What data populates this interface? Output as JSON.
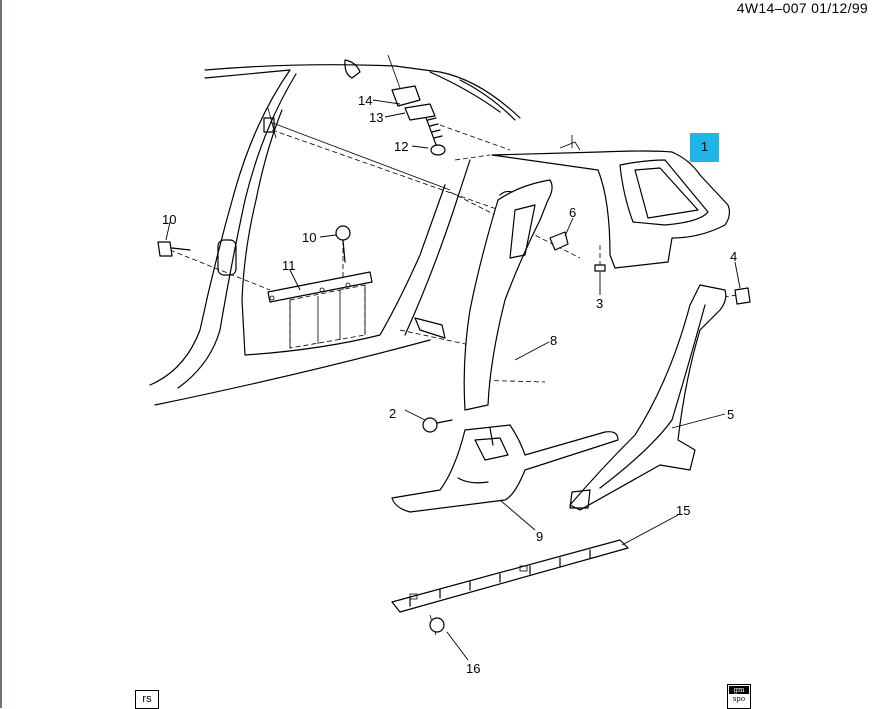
{
  "header": {
    "doc_id": "4W14–007  01/12/99"
  },
  "callouts": {
    "c1": "1",
    "c2": "2",
    "c3": "3",
    "c4": "4",
    "c5": "5",
    "c6": "6",
    "c8": "8",
    "c9": "9",
    "c10a": "10",
    "c10b": "10",
    "c11": "11",
    "c12": "12",
    "c13": "13",
    "c14": "14",
    "c15": "15",
    "c16": "16"
  },
  "footer": {
    "left_stamp": "rs",
    "right_stamp_top": "gm",
    "right_stamp_bottom": "spo"
  },
  "colors": {
    "highlight": "#1fb5e6",
    "line": "#000000",
    "background": "#ffffff"
  }
}
